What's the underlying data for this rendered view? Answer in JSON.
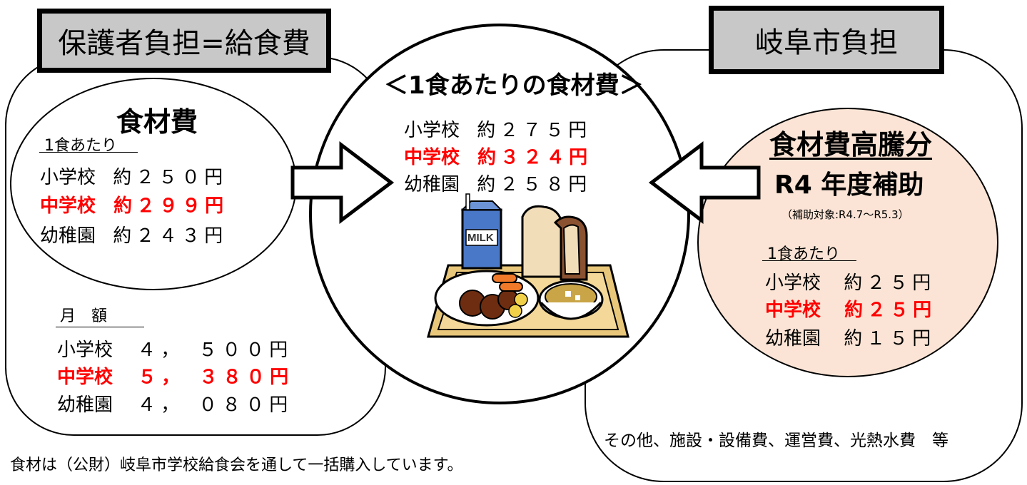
{
  "left": {
    "header": "保護者負担=給食費",
    "title": "食材費",
    "per_meal_label": "1食あたり",
    "per_meal": [
      {
        "school": "小学校",
        "amount": "約２５０円",
        "highlight": false
      },
      {
        "school": "中学校",
        "amount": "約２９９円",
        "highlight": true
      },
      {
        "school": "幼稚園",
        "amount": "約２４３円",
        "highlight": false
      }
    ],
    "monthly_label": "月　額",
    "monthly": [
      {
        "school": "小学校",
        "amount": "４，　５００円",
        "highlight": false
      },
      {
        "school": "中学校",
        "amount": "５，　３８０円",
        "highlight": true
      },
      {
        "school": "幼稚園",
        "amount": "４，　０８０円",
        "highlight": false
      }
    ]
  },
  "center": {
    "title": "＜1食あたりの食材費＞",
    "rows": [
      {
        "school": "小学校",
        "amount": "約２７５円",
        "highlight": false
      },
      {
        "school": "中学校",
        "amount": "約３２４円",
        "highlight": true
      },
      {
        "school": "幼稚園",
        "amount": "約２５８円",
        "highlight": false
      }
    ],
    "milk_label": "MILK"
  },
  "right": {
    "header": "岐阜市負担",
    "title": "食材費高騰分",
    "subsidy": "R4 年度補助",
    "subsidy_note": "（補助対象:R4.7～R5.3）",
    "per_meal_label": "1食あたり",
    "per_meal": [
      {
        "school": "小学校",
        "amount": "約２５円",
        "highlight": false
      },
      {
        "school": "中学校",
        "amount": "約２５円",
        "highlight": true
      },
      {
        "school": "幼稚園",
        "amount": "約１５円",
        "highlight": false
      }
    ],
    "other_costs": "その他、施設・設備費、運営費、光熱水費　等"
  },
  "footnote": "食材は（公財）岐阜市学校給食会を通して一括購入しています。",
  "colors": {
    "highlight": "#ff0000",
    "header_bg": "#c8c8c8",
    "subsidy_bg": "#fbe4d5"
  }
}
